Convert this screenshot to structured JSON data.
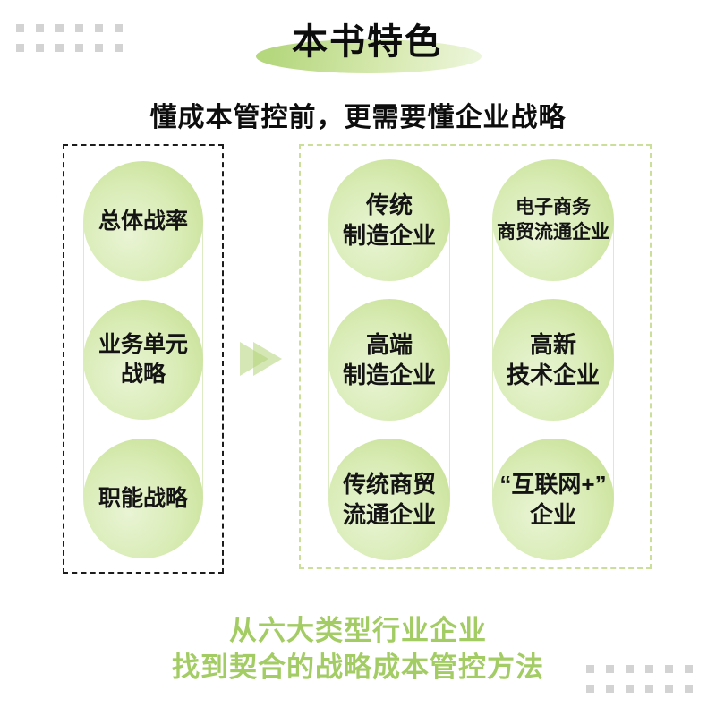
{
  "header": {
    "title": "本书特色",
    "subtitle": "懂成本管控前，更需要懂企业战略"
  },
  "left": {
    "circles": [
      "总体战率",
      "业务单元\n战略",
      "职能战略"
    ]
  },
  "arrow": {
    "icon": "double-right-triangles"
  },
  "right": {
    "columns": [
      {
        "circles": [
          "传统\n制造企业",
          "高端\n制造企业",
          "传统商贸\n流通企业"
        ]
      },
      {
        "circles": [
          "电子商务\n商贸流通企业",
          "高新\n技术企业",
          "“互联网+”\n企业"
        ]
      }
    ]
  },
  "footer": {
    "text": "从六大类型行业企业\n找到契合的战略成本管控方法"
  },
  "colors": {
    "circle_light": "#e9f4d4",
    "circle_mid": "#d9ecb6",
    "circle_dark": "#c1dc8a",
    "rail": "#dcebc2",
    "left_box_border": "#1c1c1c",
    "right_box_border": "#cbdf9b",
    "ellipse_start": "#b5d77e",
    "ellipse_mid": "#d8eab2",
    "ellipse_end": "#edf6dd",
    "arrow_green": "#b2d478",
    "footer_text": "#a3cc64",
    "decor_square": "#d3d3d3"
  }
}
